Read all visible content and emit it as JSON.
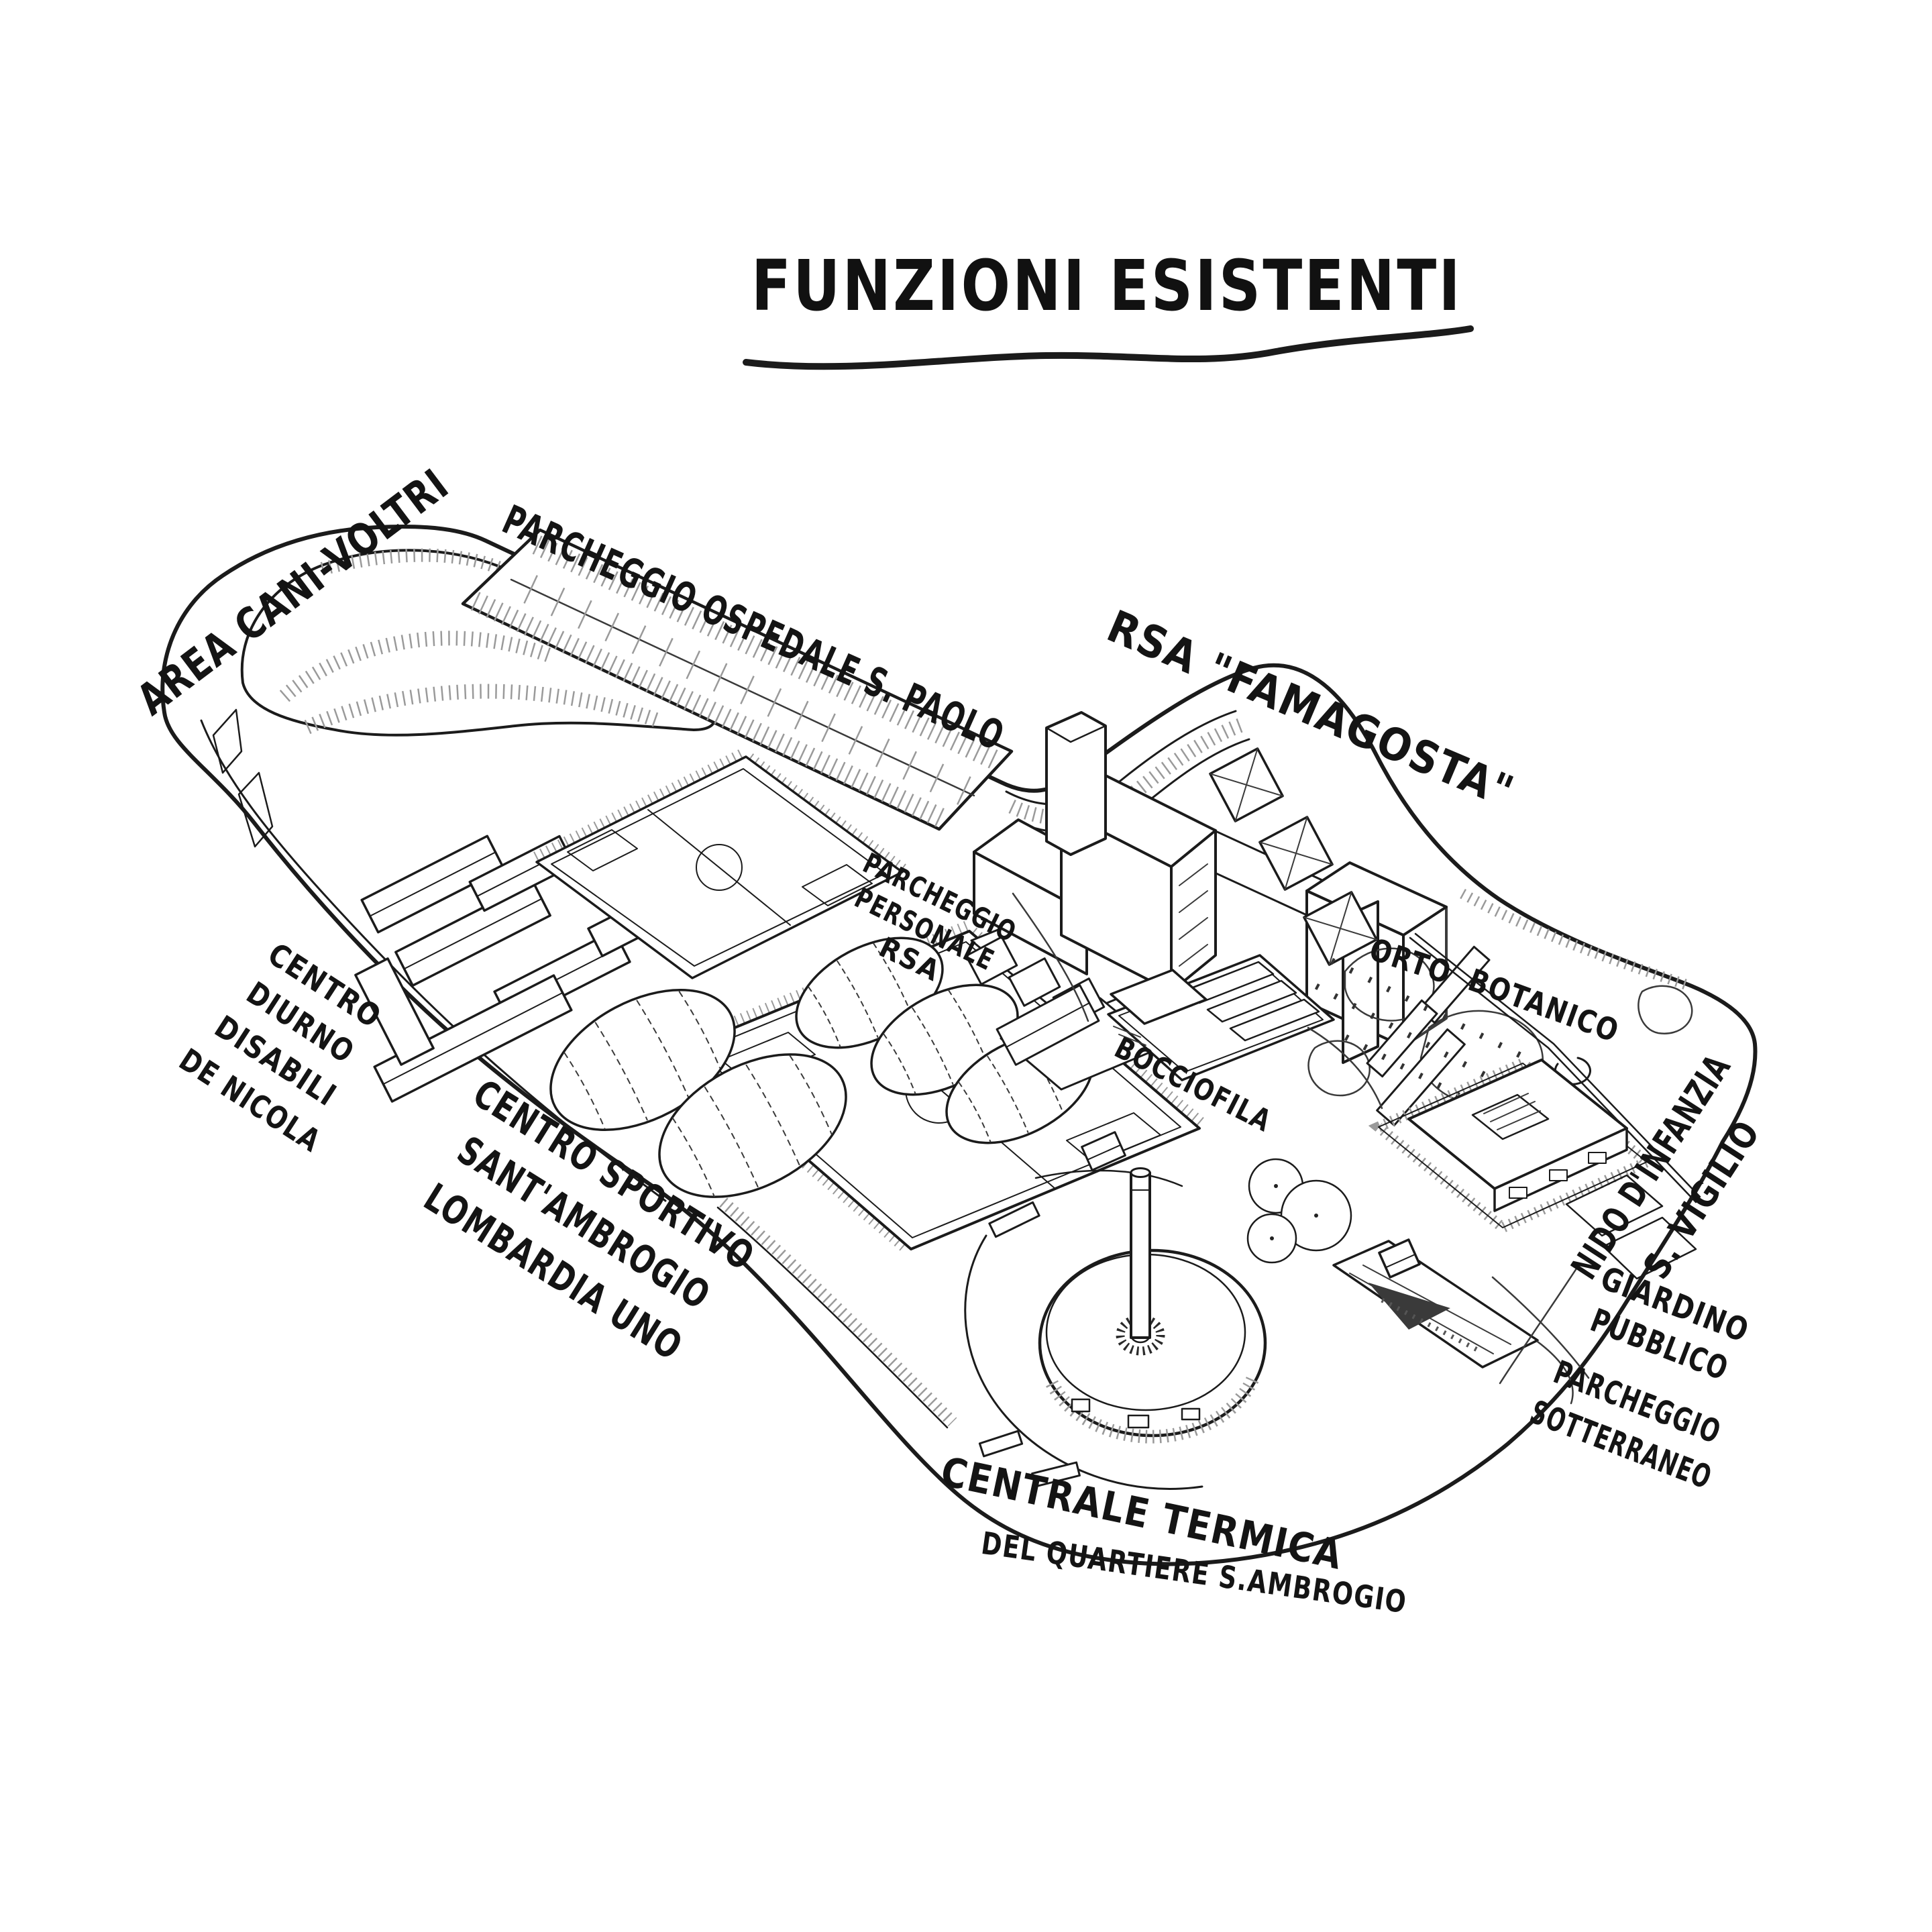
{
  "title": {
    "text": "FUNZIONI ESISTENTI"
  },
  "labels": {
    "area_cani": {
      "text": "AREA CANI-VOLTRI"
    },
    "parcheggio_ospedale": {
      "text": "PARCHEGGIO OSPEDALE S. PAOLO"
    },
    "rsa": {
      "text": "RSA \"FAMAGOSTA\""
    },
    "parcheggio_personale": {
      "lines": [
        "PARCHEGGIO",
        "PERSONALE",
        "RSA"
      ]
    },
    "orto_botanico": {
      "word1": "ORTO",
      "word2": "BOTANICO"
    },
    "bocciofila": {
      "text": "BOCCIOFILA"
    },
    "nido": {
      "lines": [
        "NIDO D'INFANZIA",
        "S. VIGILIO"
      ]
    },
    "giardino_pubblico": {
      "lines": [
        "GIARDINO",
        "PUBBLICO"
      ]
    },
    "parcheggio_sotterraneo": {
      "lines": [
        "PARCHEGGIO",
        "SOTTERRANEO"
      ]
    },
    "centro_diurno": {
      "lines": [
        "CENTRO",
        "DIURNO",
        "DISABILI",
        "DE NICOLA"
      ]
    },
    "centro_sportivo": {
      "lines": [
        "CENTRO SPORTIVO",
        "SANT'AMBROGIO",
        "LOMBARDIA UNO"
      ]
    },
    "centrale_termica": {
      "lines": [
        "CENTRALE TERMICA",
        "DEL QUARTIERE S.AMBROGIO"
      ]
    }
  },
  "colors": {
    "ink": "#1b1b1b",
    "paper": "#ffffff",
    "hatch_gray": "#9a9a9a"
  },
  "drawing_type": "hand-drawn axonometric site map"
}
